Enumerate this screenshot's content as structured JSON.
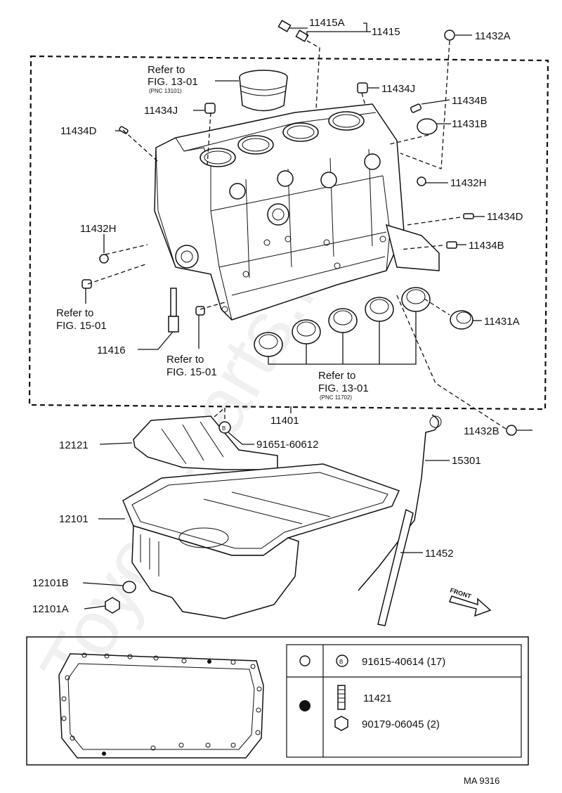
{
  "parts": {
    "p11415A": "11415A",
    "p11415": "11415",
    "p11432A": "11432A",
    "p11434J_top": "11434J",
    "p11434J_left": "11434J",
    "p11434B_top": "11434B",
    "p11431B": "11431B",
    "p11434D_left": "11434D",
    "p11432H_right": "11432H",
    "p11434D_right": "11434D",
    "p11432H_left": "11432H",
    "p11434B_right": "11434B",
    "p11431A": "11431A",
    "p11416": "11416",
    "p11401": "11401",
    "p11432B": "11432B",
    "p12121": "12121",
    "p91651": "91651-60612",
    "p15301": "15301",
    "p12101": "12101",
    "p11452": "11452",
    "p12101B": "12101B",
    "p12101A": "12101A"
  },
  "refs": {
    "r1_line1": "Refer to",
    "r1_line2": "FIG. 13-01",
    "r1_pnc": "(PNC 13101)",
    "r2_line1": "Refer to",
    "r2_line2": "FIG. 15-01",
    "r3_line1": "Refer to",
    "r3_line2": "FIG. 15-01",
    "r4_line1": "Refer to",
    "r4_line2": "FIG. 13-01",
    "r4_pnc": "(PNC 11702)"
  },
  "legend": {
    "row1_symbol": "B",
    "row1_text": "91615-40614 (17)",
    "row2_part": "11421",
    "row2_text": "90179-06045 (2)"
  },
  "bolt_symbol": "B",
  "front_label": "FRONT",
  "code": "MA 9316",
  "watermark": "Toyota-parts.ru"
}
